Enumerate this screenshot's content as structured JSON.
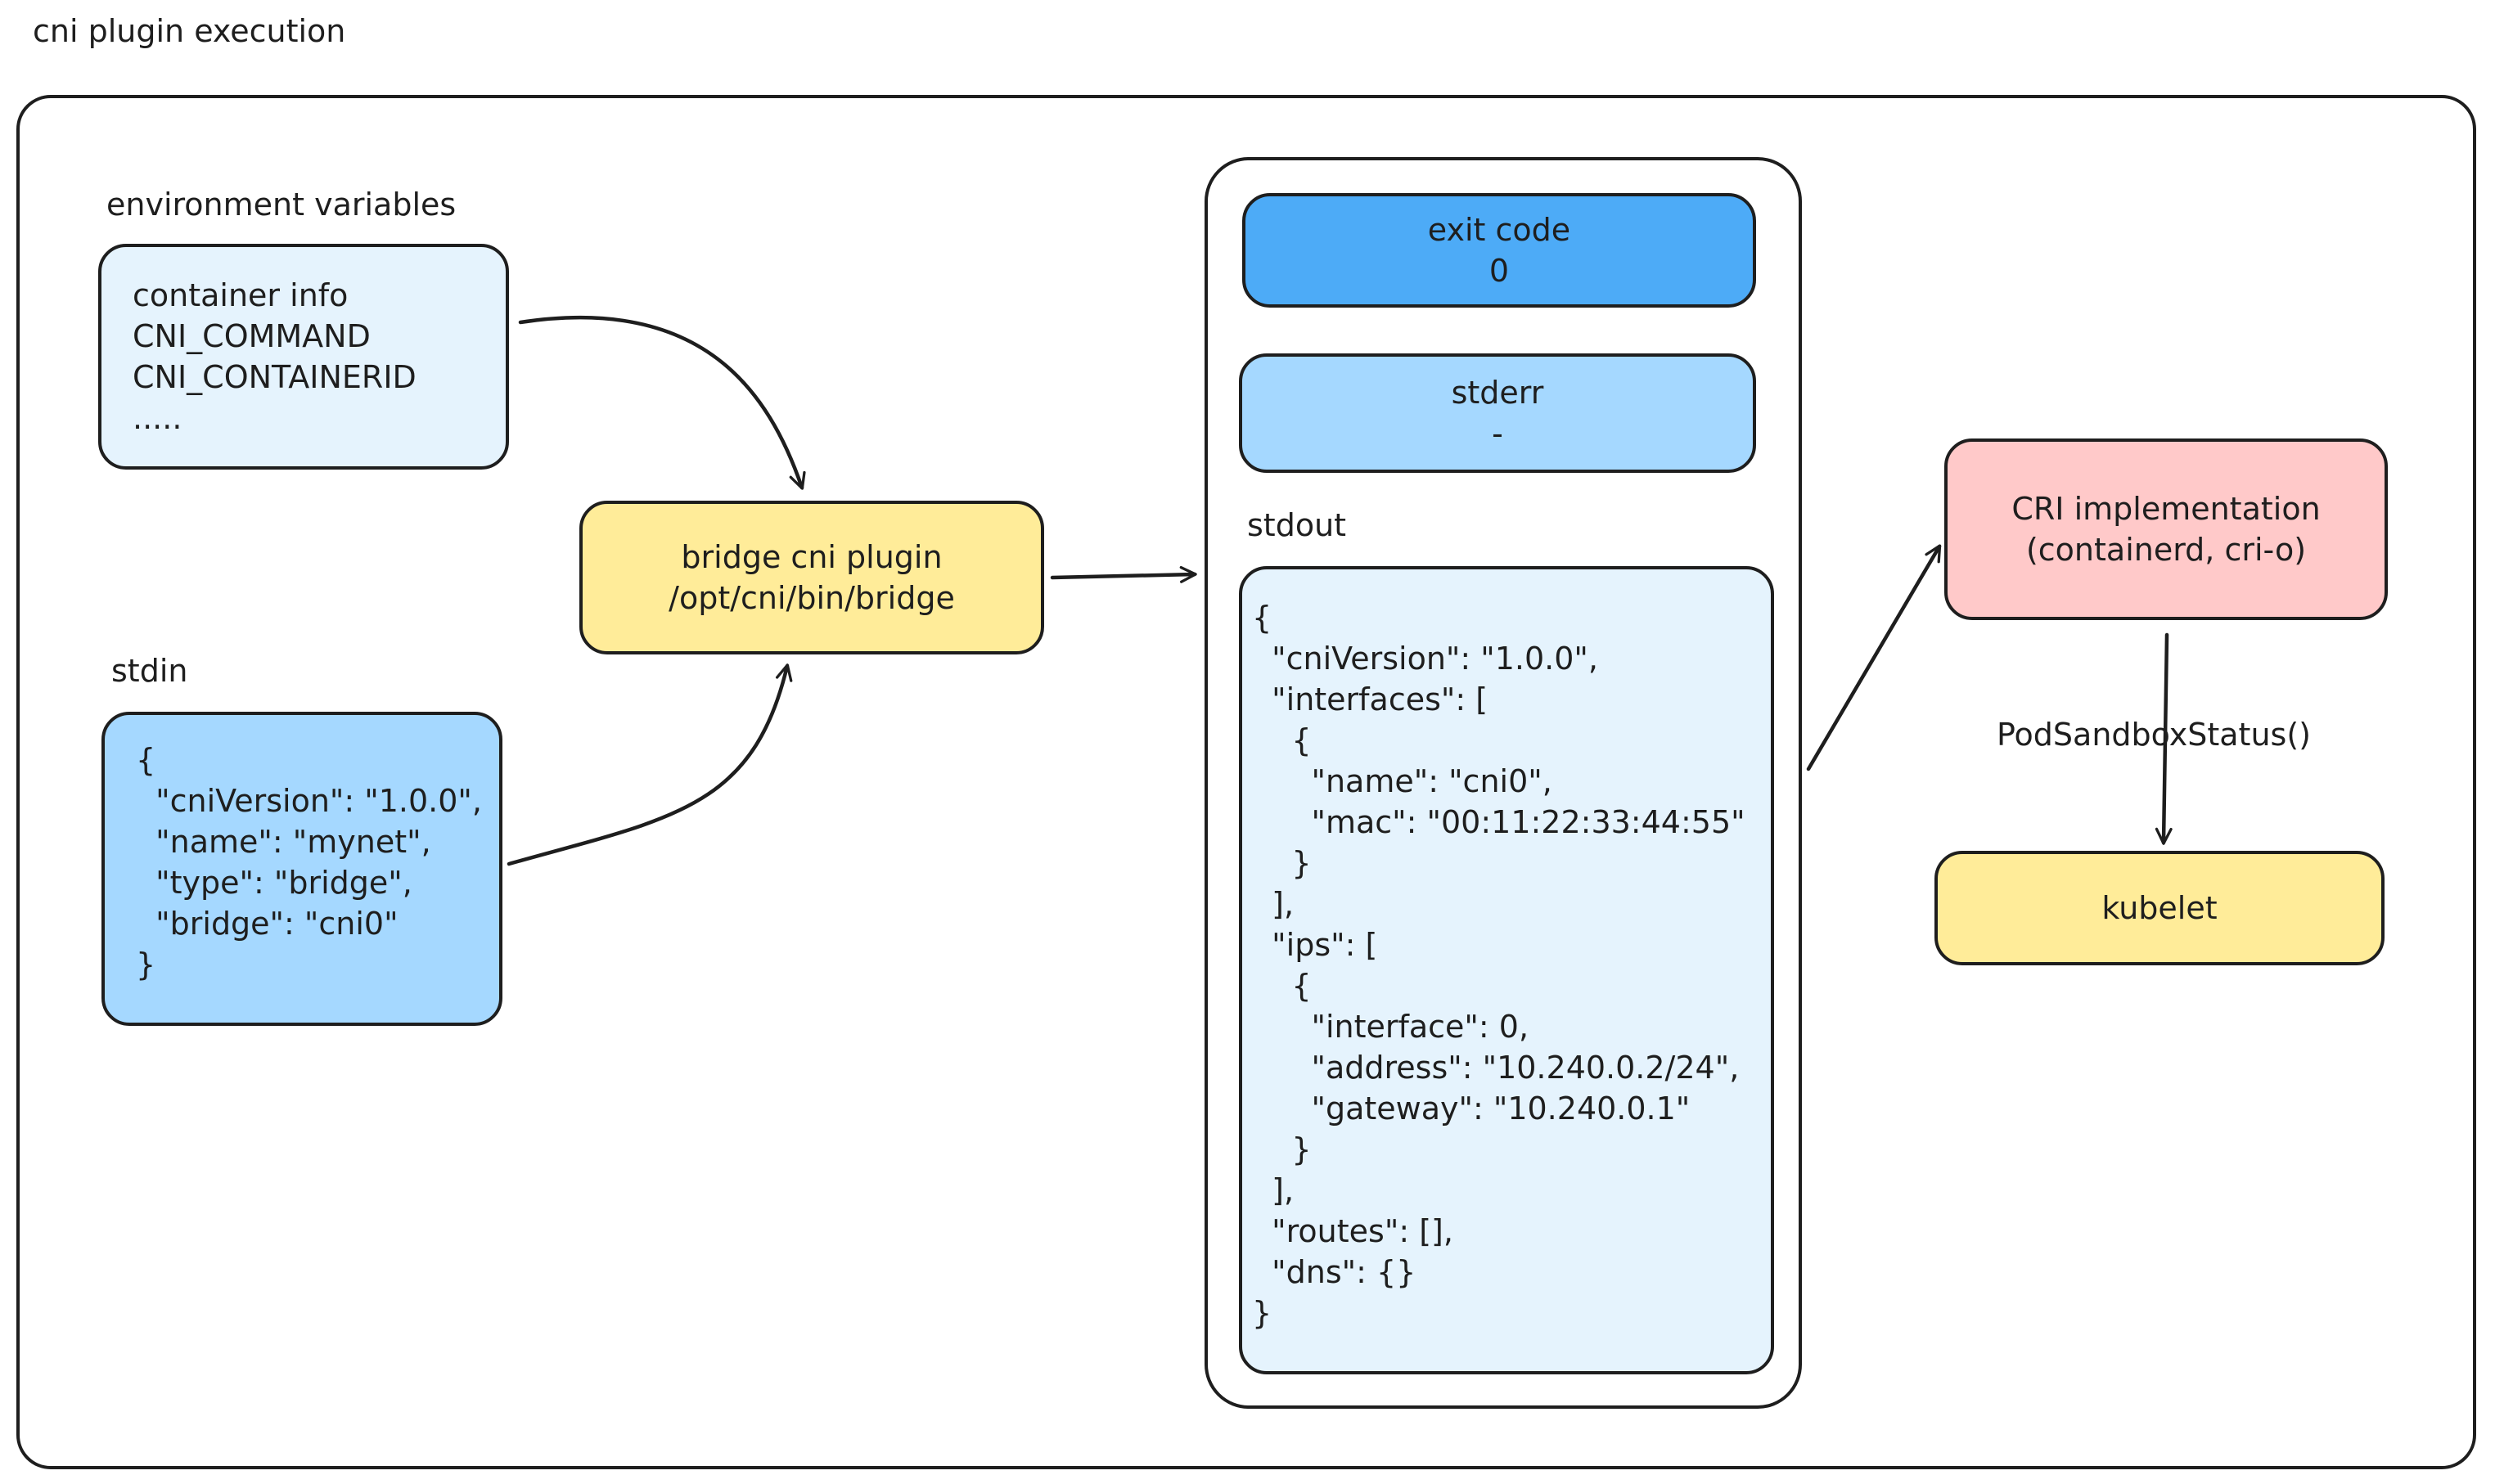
{
  "frame_title": "cni plugin execution",
  "env": {
    "label": "environment variables",
    "lines": [
      "container info",
      "CNI_COMMAND",
      "CNI_CONTAINERID",
      "....."
    ]
  },
  "stdin": {
    "label": "stdin",
    "lines": [
      "{",
      "  \"cniVersion\": \"1.0.0\",",
      "  \"name\": \"mynet\",",
      "  \"type\": \"bridge\",",
      "  \"bridge\": \"cni0\"",
      "}"
    ]
  },
  "plugin": {
    "lines": [
      "bridge cni plugin",
      "/opt/cni/bin/bridge"
    ]
  },
  "exit_code": {
    "lines": [
      "exit code",
      "0"
    ]
  },
  "stderr": {
    "lines": [
      "stderr",
      "-"
    ]
  },
  "stdout": {
    "label": "stdout",
    "lines": [
      "{",
      "  \"cniVersion\": \"1.0.0\",",
      "  \"interfaces\": [",
      "    {",
      "      \"name\": \"cni0\",",
      "      \"mac\": \"00:11:22:33:44:55\"",
      "    }",
      "  ],",
      "  \"ips\": [",
      "    {",
      "      \"interface\": 0,",
      "      \"address\": \"10.240.0.2/24\",",
      "      \"gateway\": \"10.240.0.1\"",
      "    }",
      "  ],",
      "  \"routes\": [],",
      "  \"dns\": {}",
      "}"
    ]
  },
  "cri": {
    "lines": [
      "CRI implementation",
      "(containerd, cri-o)"
    ]
  },
  "call_label": "PodSandboxStatus()",
  "kubelet": {
    "label": "kubelet"
  },
  "colors": {
    "light_fill": "#e5f3fd",
    "blue_fill": "#a5d8ff",
    "dark_blue_fill": "#4dabf7",
    "yellow_fill": "#ffec99",
    "pink_fill": "#ffc9c9",
    "stroke": "#1e1e1e"
  }
}
